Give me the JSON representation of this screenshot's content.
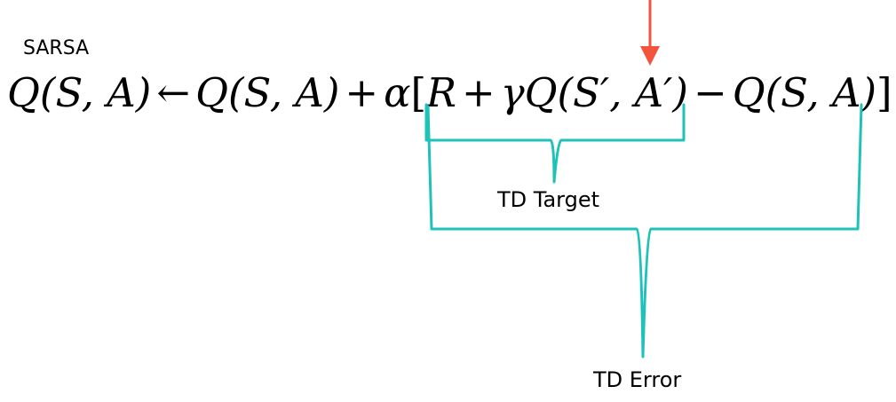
{
  "title": "SARSA",
  "equation": {
    "lhs": "Q(S, A)",
    "arrow": "←",
    "rhs_start": "Q(S, A)",
    "plus1": "+",
    "alpha": "α",
    "open_bracket": "[",
    "R": "R",
    "plus2": "+",
    "gamma_q": "γQ(S′, A′)",
    "minus": "−",
    "q_last": "Q(S, A)",
    "close_bracket": "]"
  },
  "labels": {
    "td_target": "TD Target",
    "td_error": "TD Error"
  },
  "colors": {
    "brace": "#1fc2b9",
    "arrow": "#f2543d",
    "text": "#000000"
  }
}
